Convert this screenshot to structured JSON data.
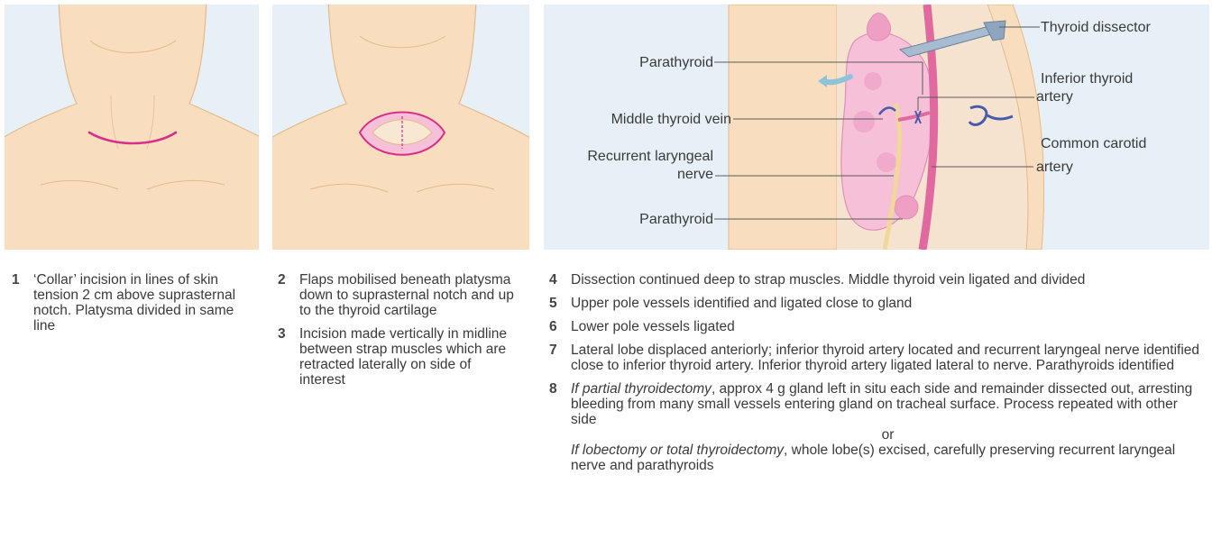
{
  "panel3_labels": {
    "thyroid_dissector": "Thyroid dissector",
    "parathyroid_upper": "Parathyroid",
    "inferior_thyroid_artery": [
      "Inferior thyroid",
      "artery"
    ],
    "middle_thyroid_vein": "Middle thyroid vein",
    "recurrent_laryngeal_nerve": [
      "Recurrent laryngeal",
      "nerve"
    ],
    "common_carotid_artery": [
      "Common  carotid",
      "artery"
    ],
    "parathyroid_lower": "Parathyroid"
  },
  "steps": {
    "s1": {
      "num": "1",
      "text": "‘Collar’ incision in lines of skin tension 2 cm above suprasternal notch. Platysma divided in same line"
    },
    "s2": {
      "num": "2",
      "text": "Flaps mobilised beneath platysma down to suprasternal notch and up to the thyroid cartilage"
    },
    "s3": {
      "num": "3",
      "text": "Incision made vertically in midline between strap muscles which are retracted laterally on side of interest"
    },
    "s4": {
      "num": "4",
      "text": "Dissection continued deep to strap muscles. Middle thyroid vein ligated and divided"
    },
    "s5": {
      "num": "5",
      "text": "Upper pole vessels identified and ligated close to gland"
    },
    "s6": {
      "num": "6",
      "text": "Lower pole vessels ligated"
    },
    "s7": {
      "num": "7",
      "text": "Lateral lobe displaced anteriorly; inferior thyroid artery located and recurrent laryngeal nerve identified close to inferior thyroid artery. Inferior thyroid artery ligated lateral to nerve. Parathyroids identified"
    },
    "s8": {
      "num": "8",
      "partial_em": "If partial thyroidectomy",
      "partial_text": ", approx 4 g gland left in situ each side and remainder dissected out, arresting bleeding from many small vessels entering gland on tracheal surface. Process repeated with other side",
      "or": "or",
      "lobectomy_em": "If lobectomy or total thyroidectomy",
      "lobectomy_text": ", whole lobe(s) excised, carefully preserving recurrent laryngeal nerve and parathyroids"
    }
  },
  "colors": {
    "panel_bg": "#e7f0f7",
    "skin": "#f8ddbf",
    "skin_outline": "#e7b98a",
    "incision": "#d8308a",
    "tissue_pink": "#f5c0d8",
    "artery": "#e06aa0",
    "vein": "#4a5aa8",
    "nerve": "#f3e0a0",
    "instrument": "#a7bcd1",
    "text": "#3a3a3a"
  }
}
